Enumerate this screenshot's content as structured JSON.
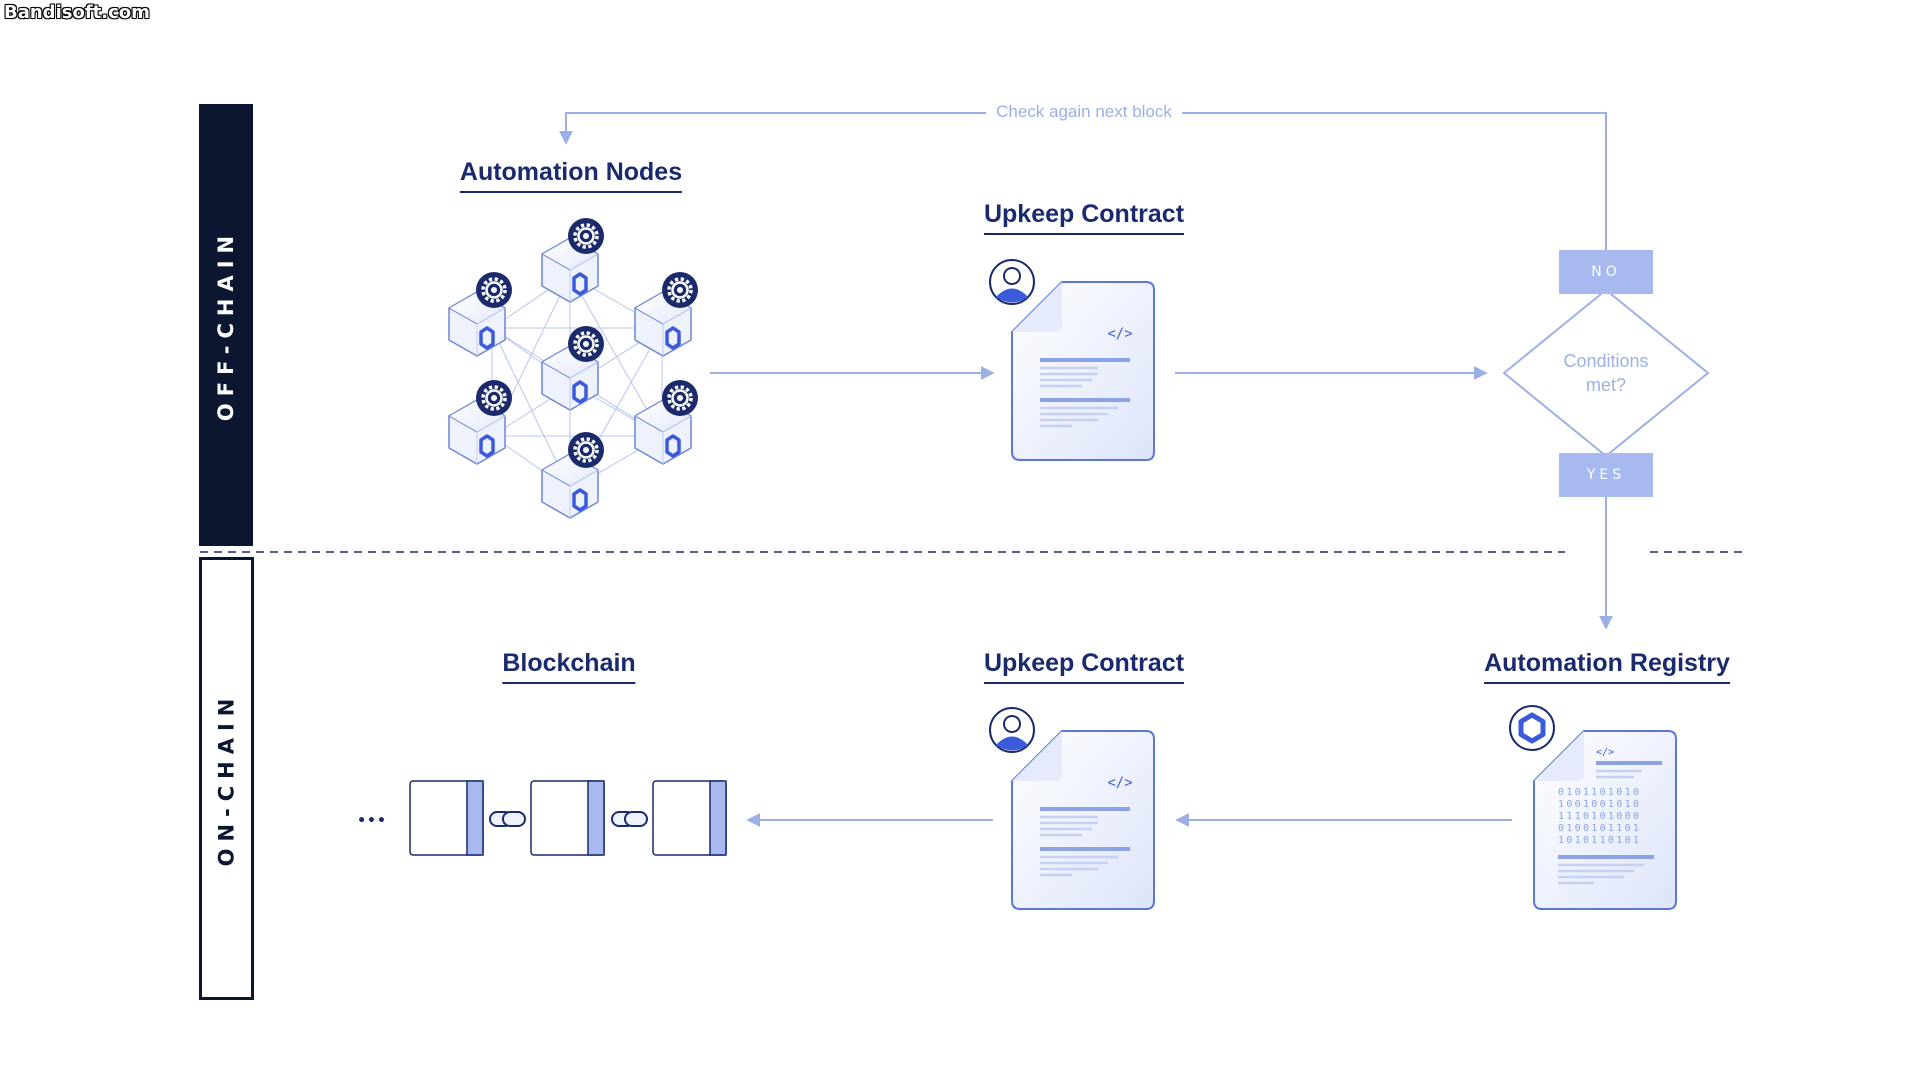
{
  "watermark": "Bandisoft.com",
  "sections": {
    "off_chain": "OFF-CHAIN",
    "on_chain": "ON-CHAIN"
  },
  "headings": {
    "automation_nodes": "Automation Nodes",
    "upkeep_contract_top": "Upkeep Contract",
    "blockchain": "Blockchain",
    "upkeep_contract_bottom": "Upkeep Contract",
    "automation_registry": "Automation Registry"
  },
  "flow": {
    "loop_label": "Check again next block",
    "decision": {
      "line1": "Conditions",
      "line2": "met?",
      "no": "NO",
      "yes": "YES"
    }
  },
  "icons": {
    "code": "</>",
    "ellipsis": "•••",
    "registry_binary": [
      "0101101010",
      "1001001010",
      "1110101000",
      "0100101101",
      "1010110101"
    ]
  },
  "colors": {
    "navy": "#0c1631",
    "heading": "#1a2a6c",
    "accent": "#a8b9ef",
    "line": "#9db0e5",
    "blue": "#3b5bdb"
  }
}
